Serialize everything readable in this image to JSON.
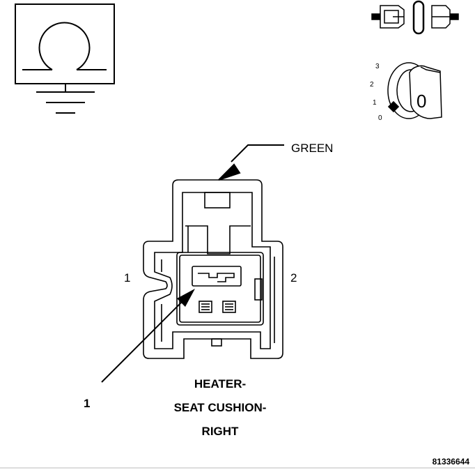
{
  "connector": {
    "wire_color_label": "GREEN",
    "pin_label_left": "1",
    "pin_label_right": "2",
    "callout_number": "1"
  },
  "title": {
    "line1": "HEATER-",
    "line2": "SEAT CUSHION-",
    "line3": "RIGHT"
  },
  "figure_number": "81336644",
  "ignition_key": {
    "position_labels": [
      "3",
      "2",
      "1",
      "0"
    ],
    "key_label": "0"
  },
  "icons": [
    "ohm-ground-symbol-icon",
    "connector-plug-icon",
    "ignition-key-icon",
    "connector-face-icon"
  ]
}
